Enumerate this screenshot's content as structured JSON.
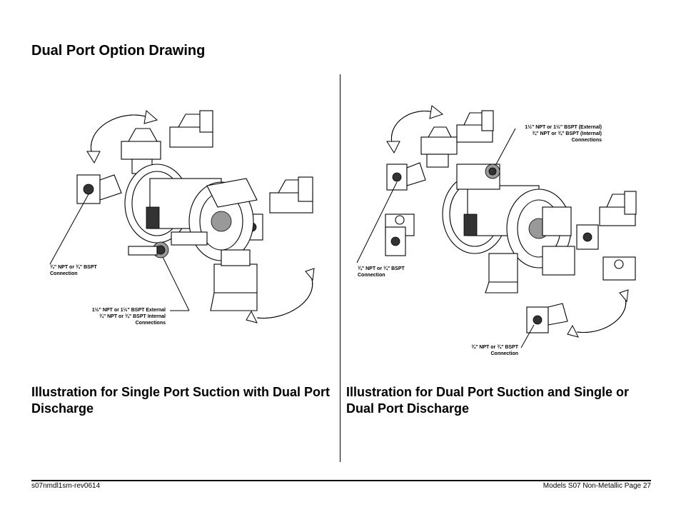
{
  "page": {
    "title": "Dual Port Option Drawing"
  },
  "left_panel": {
    "caption": "Illustration for Single Port Suction with Dual Port Discharge",
    "labels": {
      "suction_1": "¾\" NPT or ¾\" BSPT",
      "suction_2": "Connection",
      "discharge_1": "1½\" NPT or 1½\" BSPT External",
      "discharge_2": "¾\" NPT or ¾\" BSPT Internal",
      "discharge_3": "Connections"
    }
  },
  "right_panel": {
    "caption": "Illustration for Dual Port Suction and Single or Dual Port Discharge",
    "labels": {
      "top_1": "1½\" NPT or 1½\" BSPT (External)",
      "top_2": "¾\" NPT or ¾\" BSPT (Internal)",
      "top_3": "Connections",
      "mid_1": "¾\" NPT or ¾\" BSPT",
      "mid_2": "Connection",
      "bottom_1": "¾\" NPT or ¾\" BSPT",
      "bottom_2": "Connection"
    }
  },
  "footer": {
    "doc_id": "s07nmdl1sm-rev0614",
    "page_ref": "Models S07 Non-Metallic Page 27"
  }
}
